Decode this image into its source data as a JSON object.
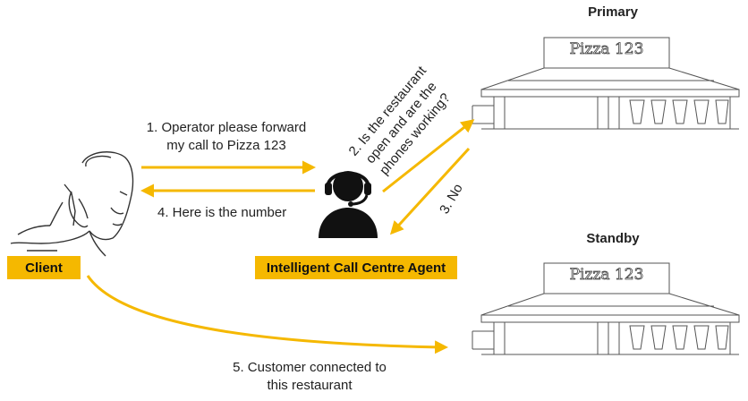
{
  "restaurants": {
    "primary_label": "Primary",
    "standby_label": "Standby",
    "sign_text": "Pizza 123"
  },
  "actors": {
    "client_label": "Client",
    "agent_label": "Intelligent Call Centre Agent"
  },
  "steps": {
    "step1_line1": "1. Operator please forward",
    "step1_line2": "my call to Pizza 123",
    "step2_line1": "2. Is the restaurant",
    "step2_line2": "open and are the",
    "step2_line3": "phones working?",
    "step3": "3. No",
    "step4": "4. Here is the number",
    "step5_line1": "5. Customer connected to",
    "step5_line2": "this restaurant"
  },
  "colors": {
    "accent": "#f5b800",
    "text": "#222222",
    "outline": "#555555"
  },
  "icons": [
    "person-on-phone-icon",
    "headset-agent-icon",
    "restaurant-building-icon"
  ]
}
